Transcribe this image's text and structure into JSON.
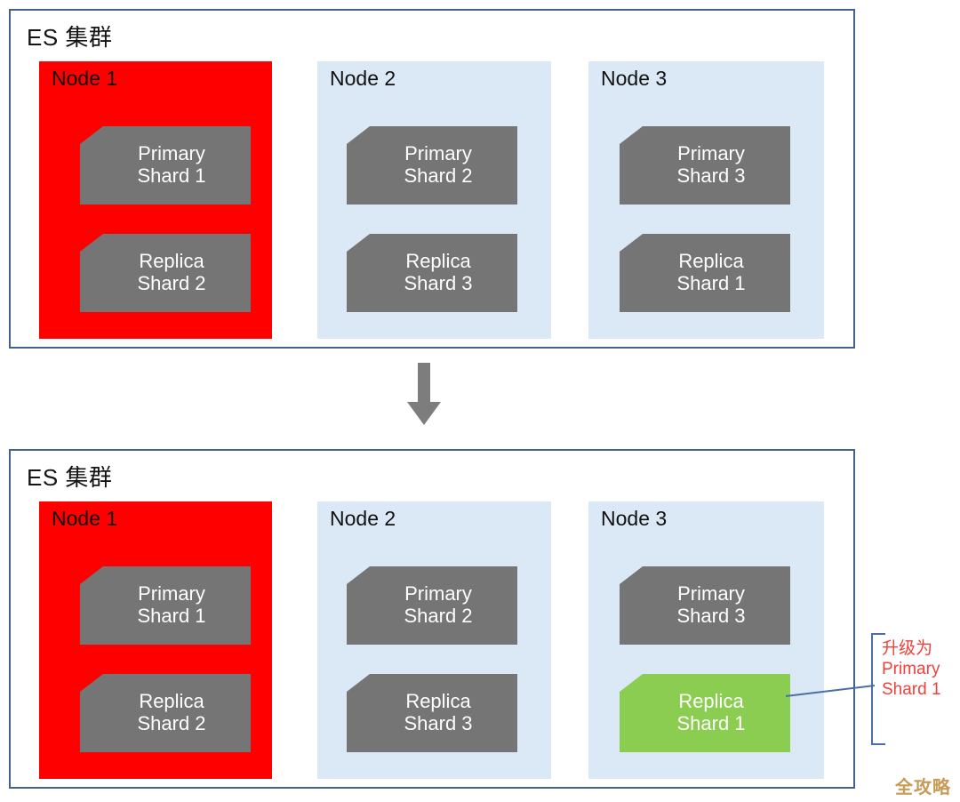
{
  "diagram": {
    "title_top": "ES 集群",
    "title_bottom": "ES 集群",
    "arrow_icon": "down-arrow-icon",
    "watermark": "全攻略",
    "colors": {
      "cluster_border": "#44618a",
      "node_blue": "#dbe8f5",
      "node_red": "#fe0000",
      "shard_gray": "#757575",
      "shard_green": "#8bcd50",
      "annotation_red": "#f2403a",
      "connector_blue": "#4a6fa5",
      "watermark_gold": "#c79b55"
    }
  },
  "clusters": [
    {
      "id": "before",
      "title": "ES 集群",
      "nodes": [
        {
          "label": "Node 1",
          "state": "failed",
          "shards": [
            {
              "line1": "Primary",
              "line2": "Shard 1",
              "role": "primary",
              "state": "normal"
            },
            {
              "line1": "Replica",
              "line2": "Shard 2",
              "role": "replica",
              "state": "normal"
            }
          ]
        },
        {
          "label": "Node 2",
          "state": "healthy",
          "shards": [
            {
              "line1": "Primary",
              "line2": "Shard 2",
              "role": "primary",
              "state": "normal"
            },
            {
              "line1": "Replica",
              "line2": "Shard 3",
              "role": "replica",
              "state": "normal"
            }
          ]
        },
        {
          "label": "Node 3",
          "state": "healthy",
          "shards": [
            {
              "line1": "Primary",
              "line2": "Shard 3",
              "role": "primary",
              "state": "normal"
            },
            {
              "line1": "Replica",
              "line2": "Shard 1",
              "role": "replica",
              "state": "normal"
            }
          ]
        }
      ]
    },
    {
      "id": "after",
      "title": "ES 集群",
      "nodes": [
        {
          "label": "Node 1",
          "state": "failed",
          "shards": [
            {
              "line1": "Primary",
              "line2": "Shard 1",
              "role": "primary",
              "state": "normal"
            },
            {
              "line1": "Replica",
              "line2": "Shard 2",
              "role": "replica",
              "state": "normal"
            }
          ]
        },
        {
          "label": "Node 2",
          "state": "healthy",
          "shards": [
            {
              "line1": "Primary",
              "line2": "Shard 2",
              "role": "primary",
              "state": "normal"
            },
            {
              "line1": "Replica",
              "line2": "Shard 3",
              "role": "replica",
              "state": "normal"
            }
          ]
        },
        {
          "label": "Node 3",
          "state": "healthy",
          "shards": [
            {
              "line1": "Primary",
              "line2": "Shard 3",
              "role": "primary",
              "state": "normal"
            },
            {
              "line1": "Replica",
              "line2": "Shard 1",
              "role": "replica",
              "state": "promoted"
            }
          ]
        }
      ]
    }
  ],
  "annotation": {
    "line1": "升级为",
    "line2": "Primary",
    "line3": "Shard 1"
  }
}
